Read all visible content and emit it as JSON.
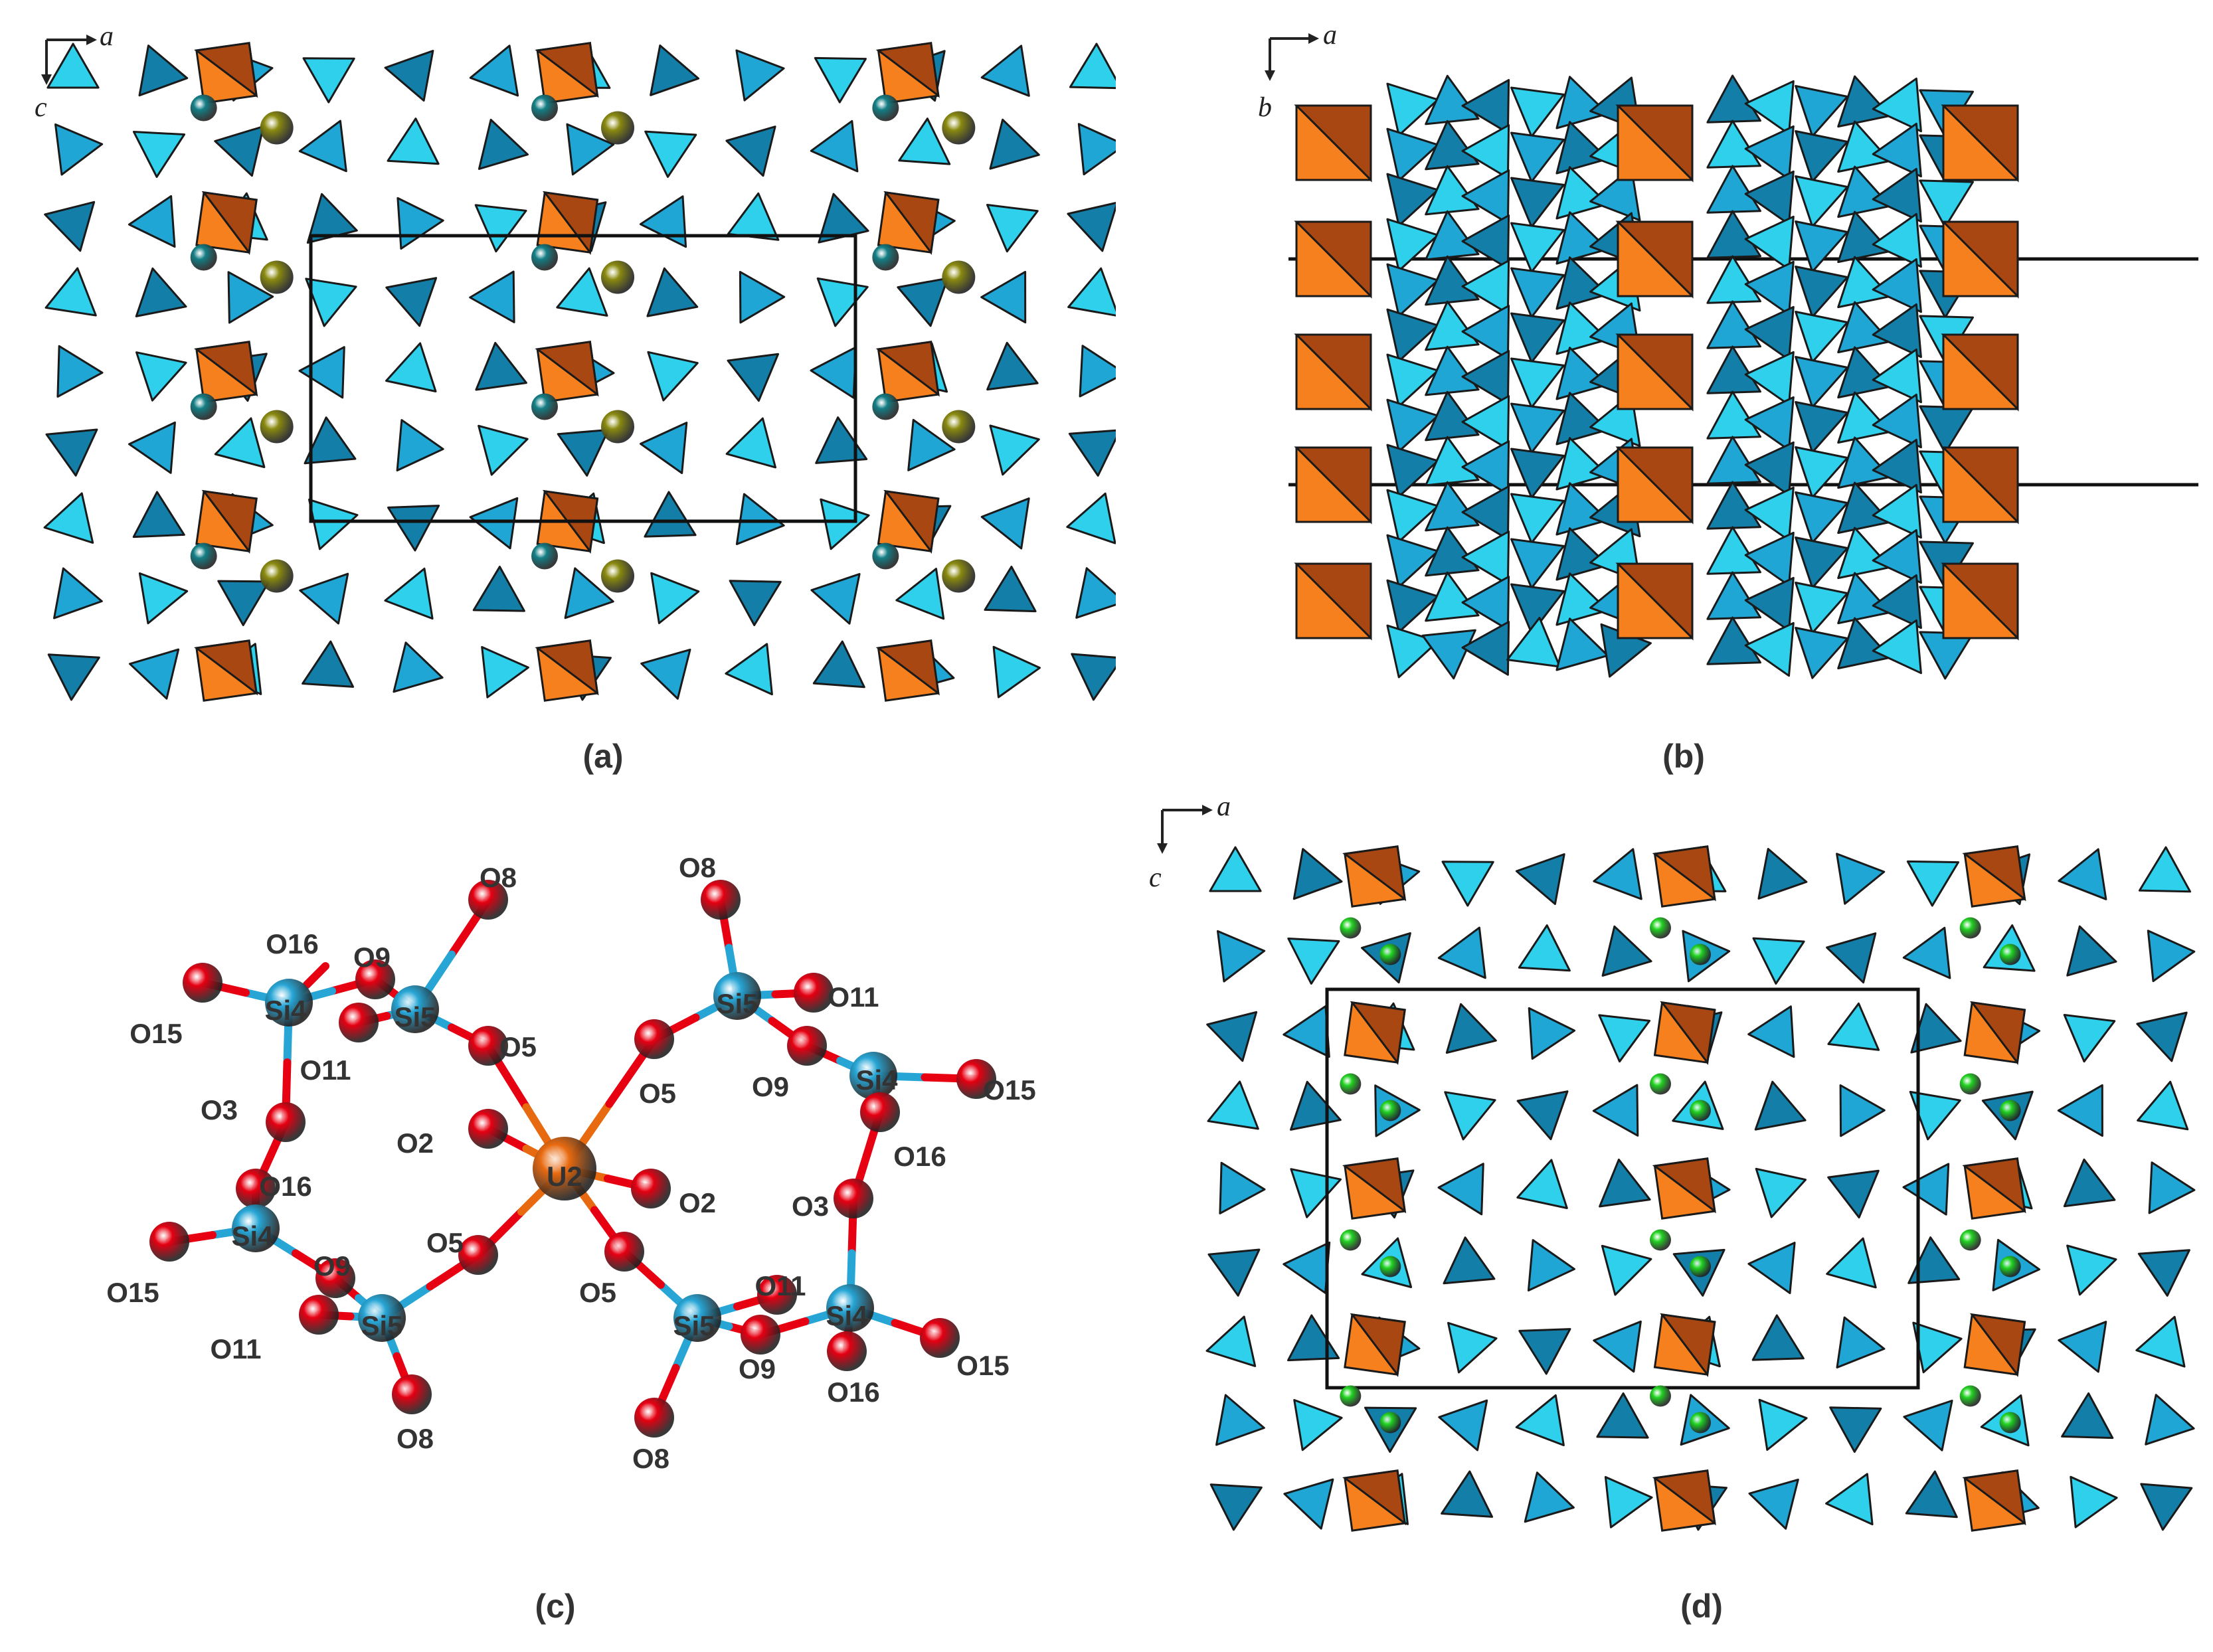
{
  "panels": [
    {
      "id": "a",
      "caption": "(a)",
      "axes": {
        "horizontal": "a",
        "vertical": "c"
      }
    },
    {
      "id": "b",
      "caption": "(b)",
      "axes": {
        "horizontal": "a",
        "vertical": "b"
      }
    },
    {
      "id": "c",
      "caption": "(c)"
    },
    {
      "id": "d",
      "caption": "(d)",
      "axes": {
        "horizontal": "a",
        "vertical": "c"
      }
    }
  ],
  "atom_labels": [
    "O8",
    "O16",
    "O9",
    "Si4",
    "Si5",
    "O15",
    "O11",
    "O5",
    "O3",
    "O2",
    "U2",
    "O16",
    "Si4",
    "O5",
    "O9",
    "O15",
    "O11",
    "Si5",
    "O8",
    "O8",
    "Si5",
    "O11",
    "O5",
    "O9",
    "Si4",
    "O15",
    "O16",
    "O2",
    "O3",
    "O11",
    "O5",
    "Si5",
    "Si4",
    "O15",
    "O9",
    "O16",
    "O8"
  ],
  "colors": {
    "tetra_light": "#2ed0ec",
    "tetra_mid": "#1fa6d4",
    "tetra_dark": "#137fa8",
    "octa_light": "#f7801e",
    "octa_dark": "#a84712",
    "atom_O": "#e60012",
    "atom_Si": "#27a6d6",
    "atom_U": "#e86a10",
    "cation_teal": "#137f86",
    "cation_olive": "#8a8a10",
    "cation_green": "#22d422"
  },
  "icons": [
    "axis-arrow-icon"
  ]
}
